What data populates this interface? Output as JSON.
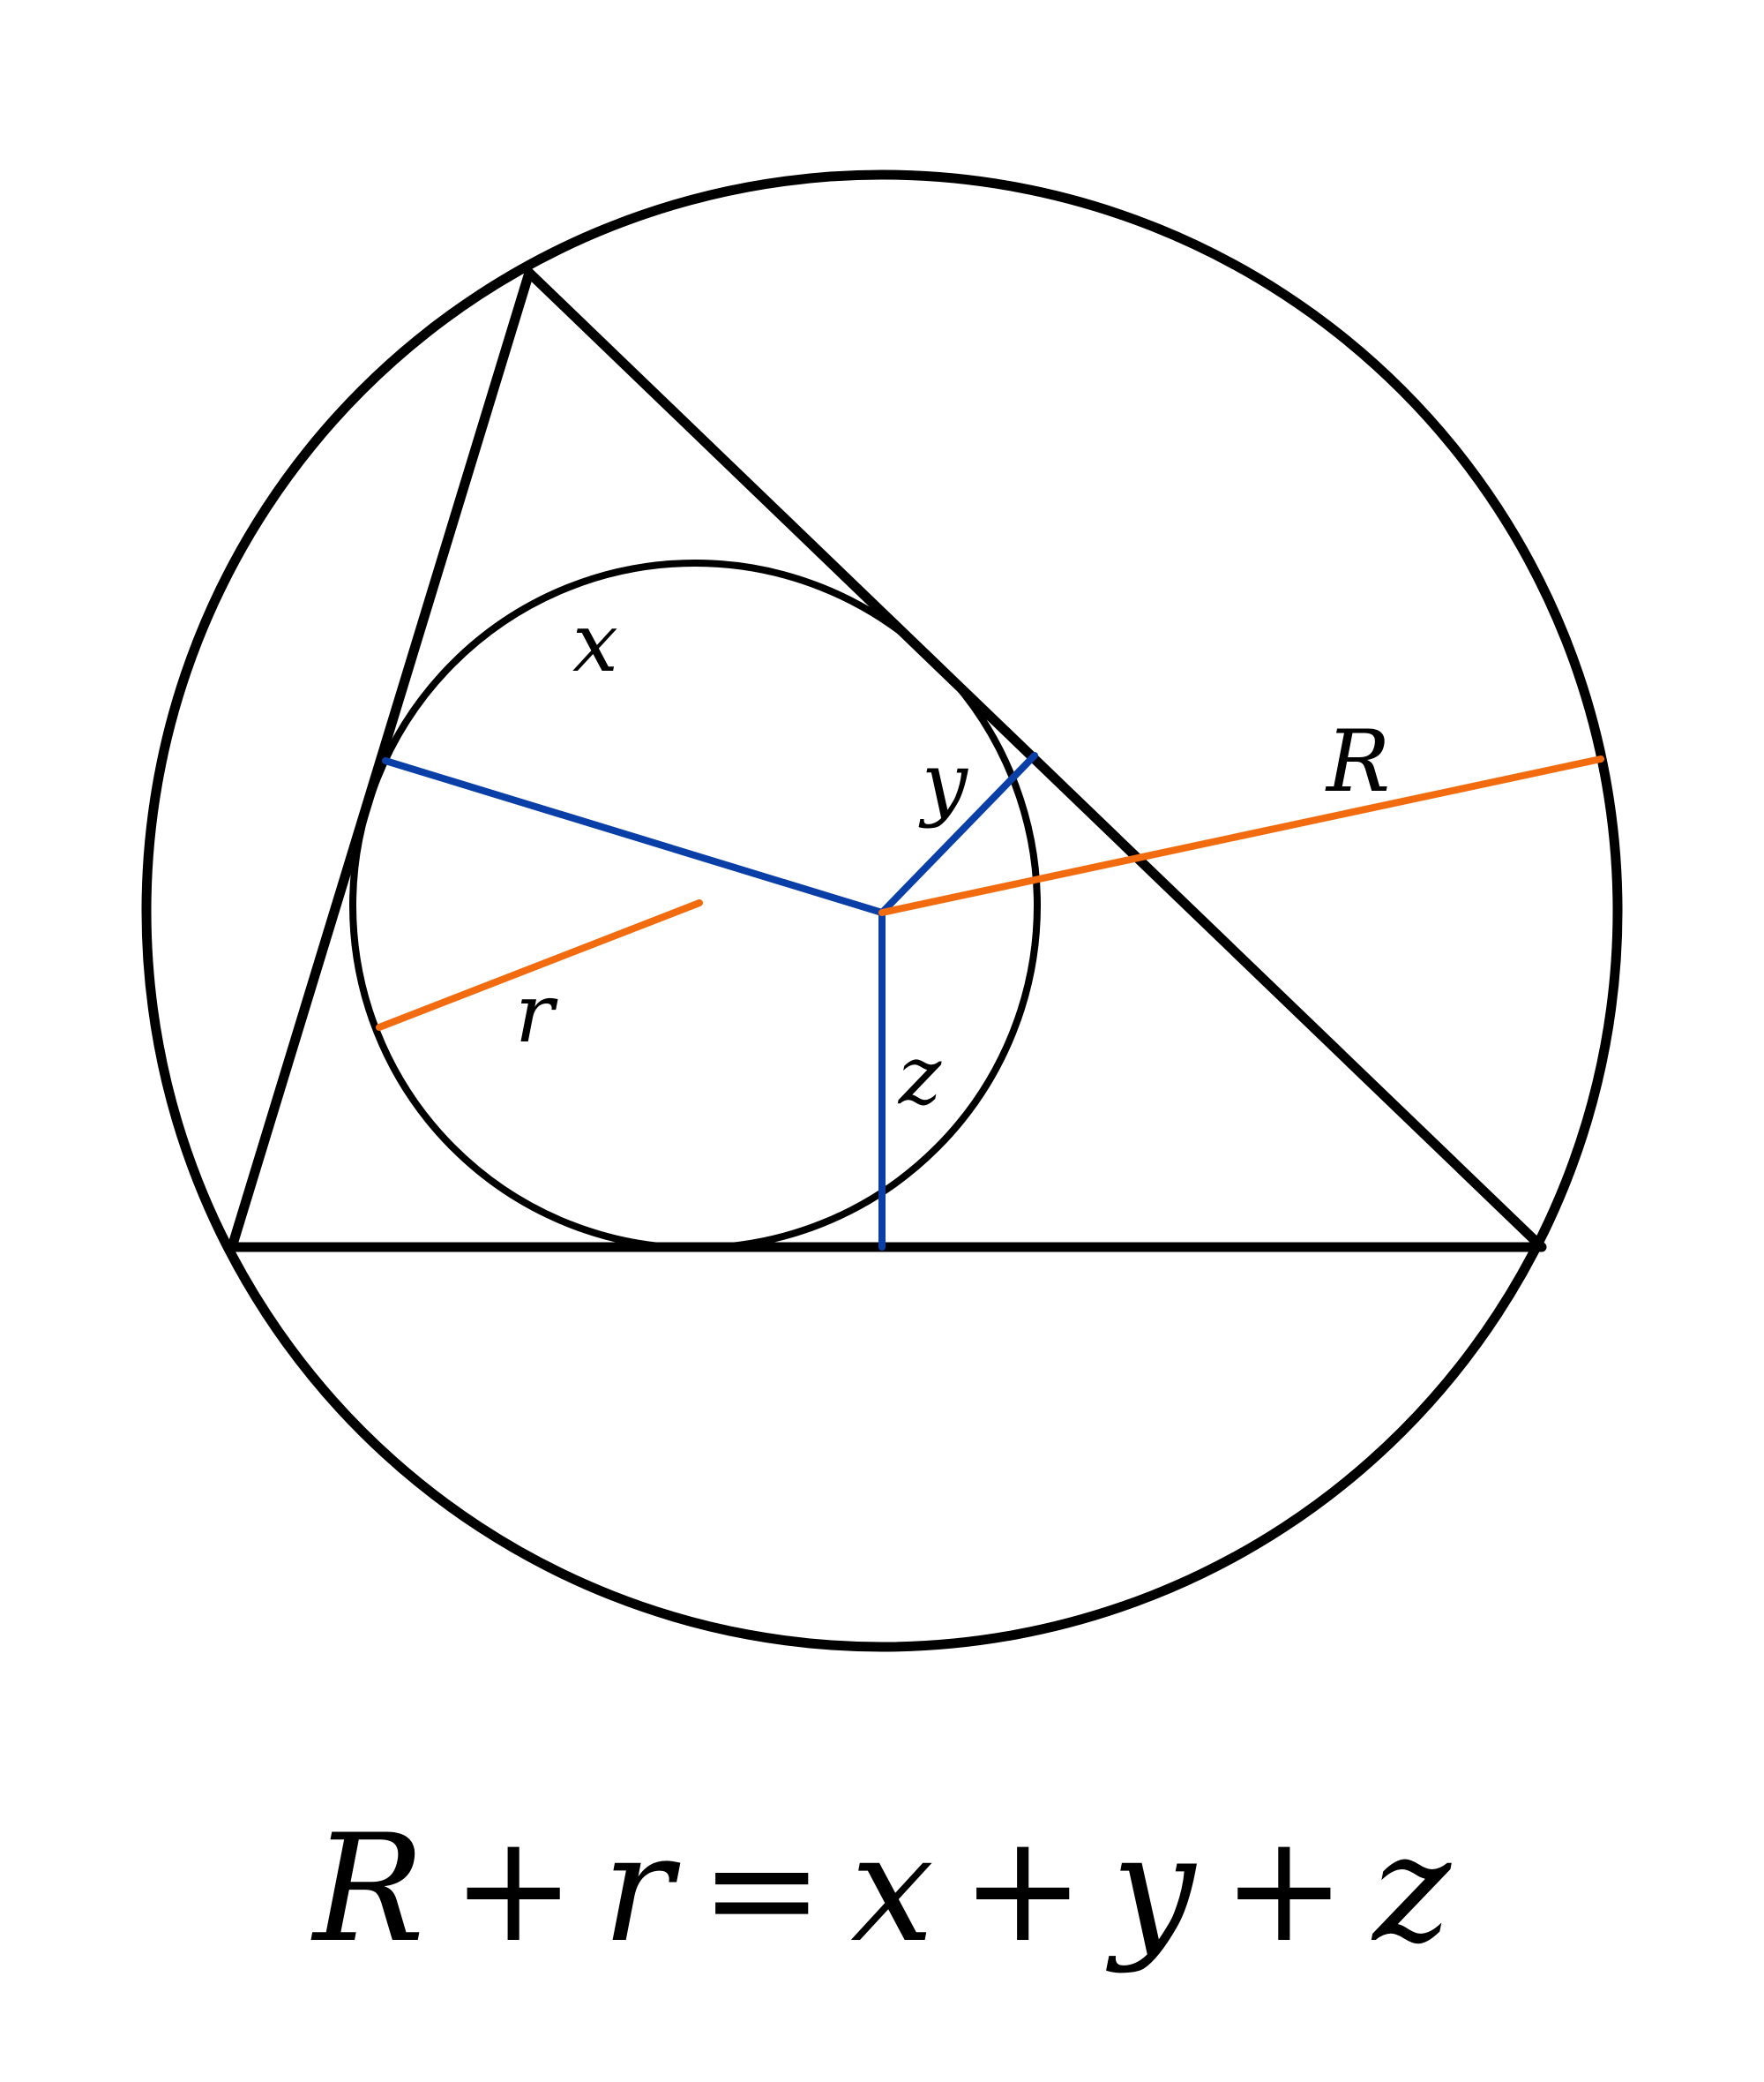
{
  "labels": {
    "x": "x",
    "y": "y",
    "z": "z",
    "R": "R",
    "r": "r"
  },
  "formula": {
    "R": "R",
    "plus1": "+",
    "r": "r",
    "equals": "=",
    "x": "x",
    "plus2": "+",
    "y": "y",
    "plus3": "+",
    "z": "z"
  },
  "colors": {
    "outline": "#000000",
    "distance_segments": "#0a3fa8",
    "radius_segments": "#f26b0f",
    "background": "#ffffff"
  }
}
